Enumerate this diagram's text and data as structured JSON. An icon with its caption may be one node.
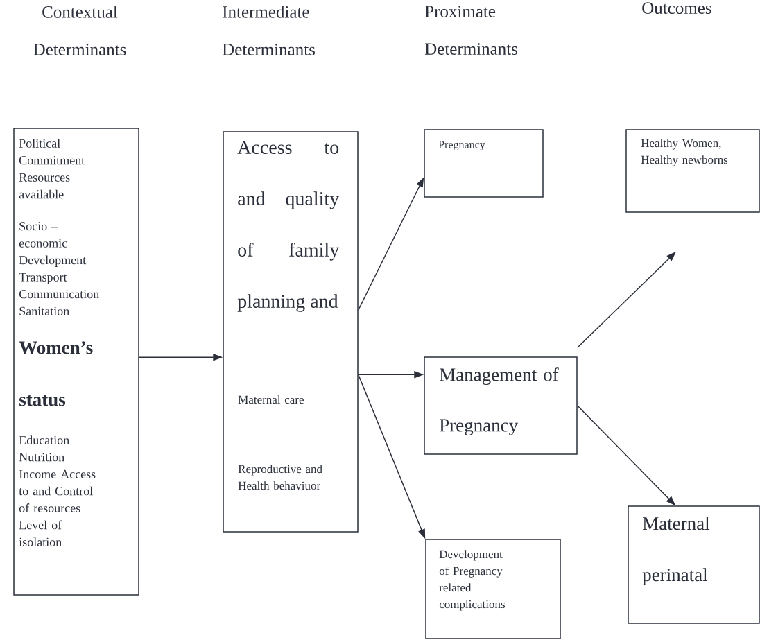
{
  "diagram": {
    "nodes": [
      {
        "text": [
          "Political Commitment Resources available",
          "Socio – economic Development Transport Communication Sanitation",
          "Women’s status",
          "Education Nutrition Income Access to and Control of resources Level of isolation"
        ]
      },
      {
        "text": [
          "Access to and quality of family planning and",
          "Maternal care",
          "Reproductive and Health behaviuor"
        ]
      },
      {
        "text": [
          "Pregnancy"
        ]
      },
      {
        "text": [
          "Management of Pregnancy"
        ]
      },
      {
        "text": [
          "Development of Pregnancy related complications"
        ]
      },
      {
        "text": [
          "Healthy Women, Healthy newborns"
        ]
      },
      {
        "text": [
          "Maternal perinatal"
        ]
      }
    ],
    "edges": [
      {
        "from": 0,
        "to": 1,
        "arrow": "to"
      },
      {
        "from": 1,
        "to": 2,
        "arrow": "to"
      },
      {
        "from": 1,
        "to": 3,
        "arrow": "to"
      },
      {
        "from": 1,
        "to": 4,
        "arrow": "to"
      },
      {
        "from": 3,
        "to": null,
        "arrow": "to"
      },
      {
        "from": 3,
        "to": 6,
        "arrow": "to"
      }
    ],
    "labels": [
      "Contextual Determinants",
      "Intermediate Determinants",
      "Proximate Determinants",
      "Outcomes"
    ]
  }
}
